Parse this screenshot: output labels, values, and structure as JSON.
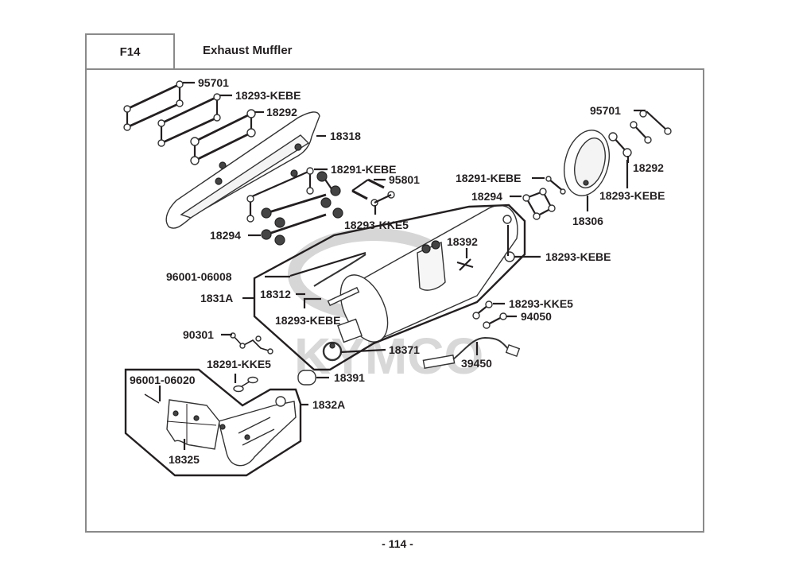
{
  "header": {
    "section_code": "F14",
    "title": "Exhaust Muffler"
  },
  "footer": {
    "page_number": "- 114 -"
  },
  "watermark": {
    "text": "KYMCO"
  },
  "diagram": {
    "labels": [
      {
        "id": "95701-left",
        "text": "95701"
      },
      {
        "id": "18293-KEBE-top",
        "text": "18293-KEBE"
      },
      {
        "id": "18292-top",
        "text": "18292"
      },
      {
        "id": "18318",
        "text": "18318"
      },
      {
        "id": "18291-KEBE-left",
        "text": "18291-KEBE"
      },
      {
        "id": "95801",
        "text": "95801"
      },
      {
        "id": "18293-KKE5-top",
        "text": "18293-KKE5"
      },
      {
        "id": "18294-left",
        "text": "18294"
      },
      {
        "id": "95701-right",
        "text": "95701"
      },
      {
        "id": "18292-right",
        "text": "18292"
      },
      {
        "id": "18293-KEBE-right",
        "text": "18293-KEBE"
      },
      {
        "id": "18306",
        "text": "18306"
      },
      {
        "id": "18291-KEBE-right",
        "text": "18291-KEBE"
      },
      {
        "id": "18294-right",
        "text": "18294"
      },
      {
        "id": "18392",
        "text": "18392"
      },
      {
        "id": "18293-KEBE-muffler",
        "text": "18293-KEBE"
      },
      {
        "id": "96001-06008",
        "text": "96001-06008"
      },
      {
        "id": "1831A",
        "text": "1831A"
      },
      {
        "id": "18312",
        "text": "18312"
      },
      {
        "id": "18293-KEBE-lower",
        "text": "18293-KEBE"
      },
      {
        "id": "18293-KKE5-lower",
        "text": "18293-KKE5"
      },
      {
        "id": "94050",
        "text": "94050"
      },
      {
        "id": "90301",
        "text": "90301"
      },
      {
        "id": "18371",
        "text": "18371"
      },
      {
        "id": "39450",
        "text": "39450"
      },
      {
        "id": "18291-KKE5",
        "text": "18291-KKE5"
      },
      {
        "id": "18391",
        "text": "18391"
      },
      {
        "id": "96001-06020",
        "text": "96001-06020"
      },
      {
        "id": "1832A",
        "text": "1832A"
      },
      {
        "id": "18325",
        "text": "18325"
      }
    ]
  }
}
